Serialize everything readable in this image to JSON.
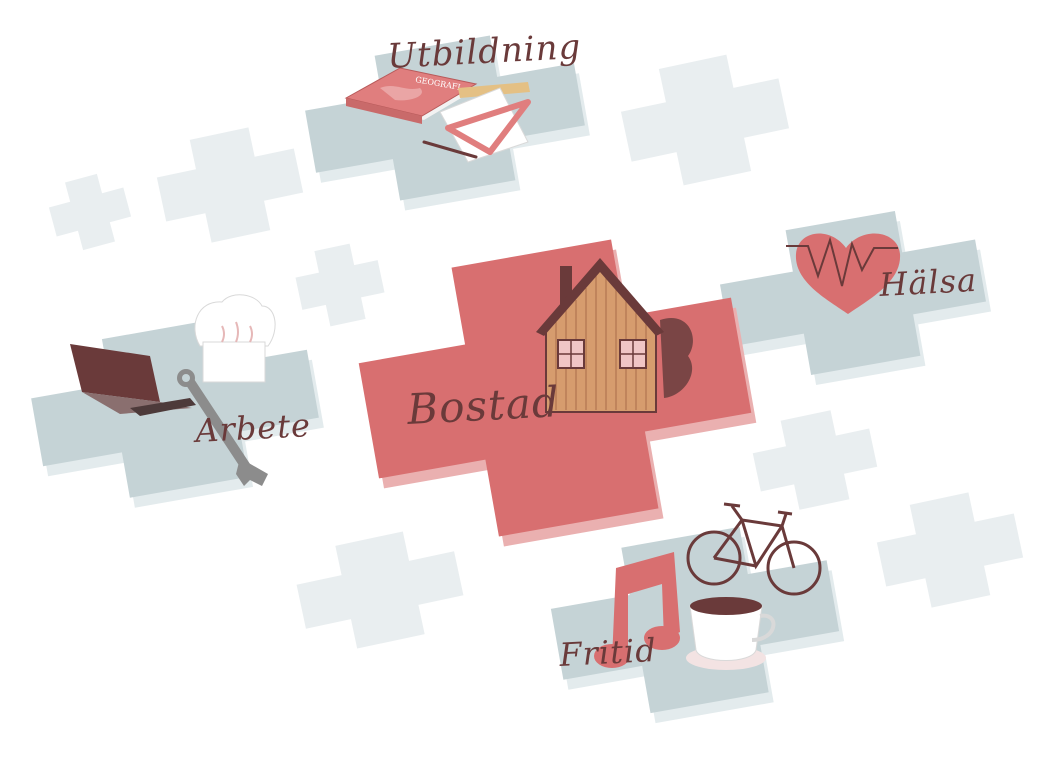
{
  "labels": {
    "center": "Bostad",
    "top": "Utbildning",
    "right": "Hälsa",
    "left": "Arbete",
    "bottom": "Fritid",
    "book_title": "GEOGRAFI"
  },
  "colors": {
    "center_piece": "#d86f70",
    "center_piece_shadow": "#eab0b0",
    "theme_piece": "#c5d3d6",
    "theme_piece_shadow": "#e3ebed",
    "background_piece": "#e8ecee",
    "label_text": "#6a3a3a",
    "house_wall": "#d69c6e",
    "house_roof": "#6a3a3a"
  },
  "icons": {
    "top": [
      "book-icon",
      "ruler-icon",
      "triangle-icon",
      "pencil-icon"
    ],
    "right": [
      "heart-icon",
      "heartbeat-line-icon"
    ],
    "left": [
      "laptop-icon",
      "chef-hat-icon",
      "wrench-icon"
    ],
    "center": [
      "house-icon",
      "tree-icon"
    ],
    "bottom": [
      "music-note-icon",
      "bicycle-icon",
      "coffee-cup-icon"
    ]
  }
}
